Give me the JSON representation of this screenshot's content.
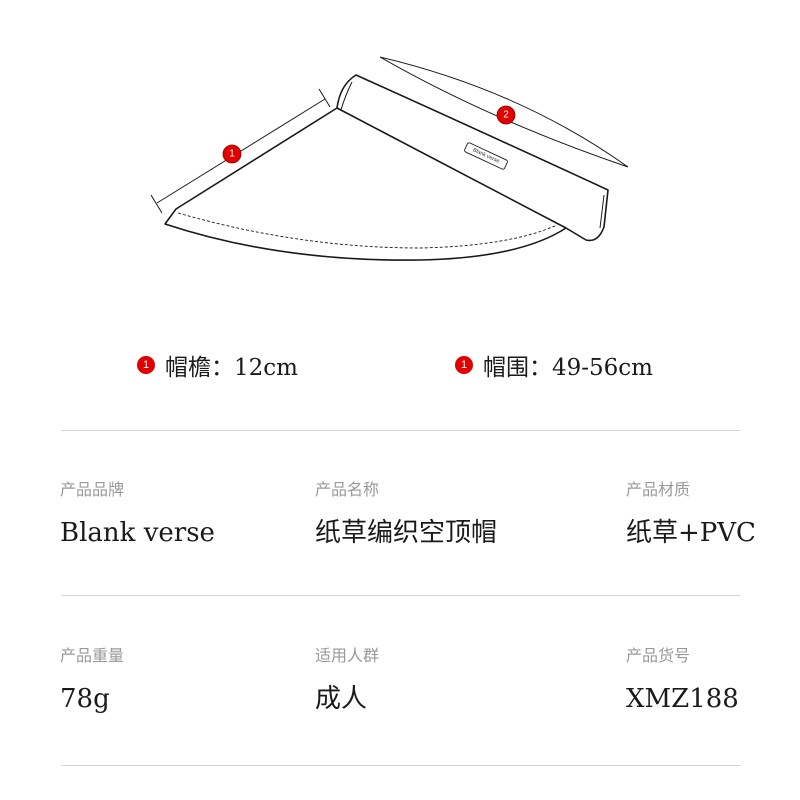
{
  "diagram": {
    "marker_1": "1",
    "marker_2": "2",
    "brand_text": "Blank verse"
  },
  "measurements": [
    {
      "badge": "1",
      "text": "帽檐：12cm"
    },
    {
      "badge": "1",
      "text": "帽围：49-56cm"
    }
  ],
  "specs": [
    [
      {
        "label": "产品品牌",
        "value": "Blank  verse"
      },
      {
        "label": "产品名称",
        "value": "纸草编织空顶帽"
      },
      {
        "label": "产品材质",
        "value": "纸草+PVC"
      }
    ],
    [
      {
        "label": "产品重量",
        "value": "78g"
      },
      {
        "label": "适用人群",
        "value": "成人"
      },
      {
        "label": "产品货号",
        "value": "XMZ188"
      }
    ]
  ],
  "colors": {
    "badge_red": "#e00000",
    "label_gray": "#9a9a9a",
    "divider": "#d4d4d4",
    "text": "#1a1a1a"
  }
}
